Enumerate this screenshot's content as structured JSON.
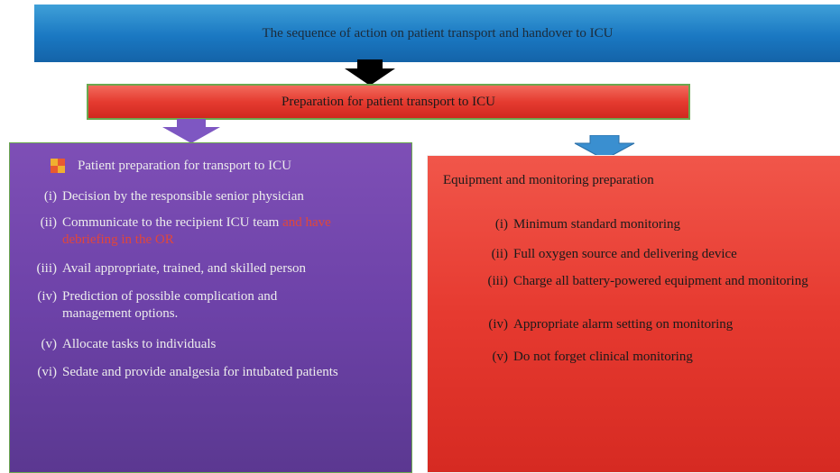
{
  "title": "The sequence of action on patient transport and handover to ICU",
  "preparation": "Preparation for patient transport to ICU",
  "left": {
    "heading": "Patient preparation for transport to ICU",
    "items": [
      {
        "num": "(i)",
        "text": "Decision by the responsible senior physician"
      },
      {
        "num": "(ii)",
        "text": "Communicate to the recipient ICU team",
        "highlight": "and have debriefing in the OR"
      },
      {
        "num": "(iii)",
        "text": "Avail appropriate, trained, and skilled person"
      },
      {
        "num": "(iv)",
        "text": "Prediction of possible complication and management options."
      },
      {
        "num": "(v)",
        "text": "Allocate tasks to individuals"
      },
      {
        "num": "(vi)",
        "text": "Sedate and provide analgesia for intubated patients"
      }
    ]
  },
  "right": {
    "heading": "Equipment and monitoring preparation",
    "items": [
      {
        "num": "(i)",
        "text": "Minimum standard monitoring"
      },
      {
        "num": "(ii)",
        "text": "Full oxygen source and delivering device"
      },
      {
        "num": "(iii)",
        "text": "Charge all battery-powered equipment and monitoring"
      },
      {
        "num": "(iv)",
        "text": "Appropriate alarm setting on monitoring"
      },
      {
        "num": "(v)",
        "text": "Do not forget clinical monitoring"
      }
    ]
  },
  "colors": {
    "title_fill": "#1a78c2",
    "prep_fill": "#e53b30",
    "left_fill": "#6d42a8",
    "right_fill": "#e63a30",
    "highlight_text": "#e0473b"
  }
}
